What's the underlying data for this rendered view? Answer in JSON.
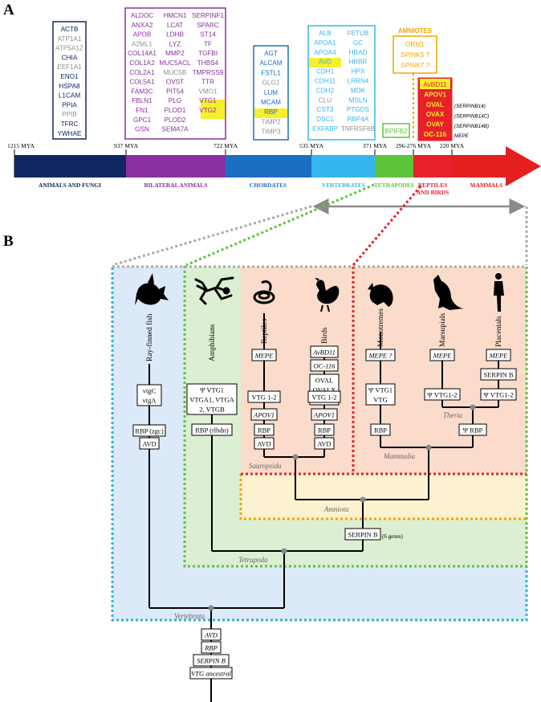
{
  "panel_a": {
    "label": "A",
    "colors": {
      "animals": "#122762",
      "bilateral": "#8b2fa0",
      "chordates": "#1a6fc4",
      "vertebrates": "#35b6ef",
      "tetrapodes": "#5cc43a",
      "reptiles": "#e8202a",
      "mammals": "#e51f1f",
      "amniotes": "#f2a500",
      "gray": "#8f8f8f",
      "highlight": "#f6ef2b"
    },
    "mya": [
      "1215 MYA",
      "937 MYA",
      "722 MYA",
      "535 MYA",
      "371 MYA",
      "296-276 MYA",
      "220 MYA"
    ],
    "segments": [
      "ANIMALS AND FUNGI",
      "BILATERAL ANIMALS",
      "CHORDATES",
      "VERTEBRATES",
      "TETRAPODES",
      "REPTILES",
      "AND BIRDS",
      "MAMMALS"
    ],
    "animals": [
      "ACTB",
      "ATP1A1",
      "ATP5A1Z",
      "CHIA",
      "EEF1A1",
      "ENO1",
      "HSPA8",
      "L1CAM",
      "PPIA",
      "PPIB",
      "TFRC",
      "YWHAE"
    ],
    "animals_gray": [
      false,
      true,
      true,
      false,
      true,
      false,
      false,
      false,
      false,
      true,
      false,
      false
    ],
    "bil_c1": [
      "ALDOC",
      "ANXA2",
      "APOB",
      "A2ML1",
      "COL14A1",
      "COL1A2",
      "COL2A1",
      "COL5A1",
      "FAM3C",
      "FBLN1",
      "FN1",
      "GPC1",
      "GSN"
    ],
    "bil_c1_gray": [
      false,
      false,
      false,
      true,
      false,
      false,
      false,
      false,
      false,
      false,
      false,
      false,
      false
    ],
    "bil_c2": [
      "HMCN1",
      "LCAT",
      "LDHB",
      "LYZ",
      "MMP2",
      "MUC5ACL",
      "MUC5B",
      "OVST",
      "PIT54",
      "PLG",
      "PLOD1",
      "PLOD2",
      "SEMA7A"
    ],
    "bil_c2_gray": [
      false,
      false,
      false,
      false,
      false,
      false,
      true,
      false,
      false,
      false,
      false,
      false,
      false
    ],
    "bil_c3": [
      "SERPINF1",
      "SPARC",
      "ST14",
      "TF",
      "TGFBI",
      "THBS4",
      "TMPRSS9",
      "TTR",
      "VMO1",
      "VTG1",
      "VTG2"
    ],
    "bil_c3_gray": [
      false,
      false,
      false,
      false,
      false,
      false,
      false,
      false,
      true,
      false,
      false
    ],
    "chordates": [
      "AGT",
      "ALCAM",
      "FSTL1",
      "GLG1",
      "LUM",
      "MCAM",
      "RBP",
      "TIMP2",
      "TIMP3"
    ],
    "chordates_gray": [
      false,
      false,
      false,
      true,
      false,
      false,
      false,
      true,
      true
    ],
    "vert_c1": [
      "ALB",
      "APOA1",
      "APOA4",
      "AVD",
      "CDH1",
      "CDH11",
      "CDH2",
      "CLU",
      "CST3",
      "DSC1",
      "EXFABP"
    ],
    "vert_c1_gray": [
      false,
      false,
      false,
      false,
      false,
      false,
      false,
      true,
      false,
      false,
      false
    ],
    "vert_c2": [
      "FETUB",
      "GC",
      "HBAD",
      "HBBR",
      "HPX",
      "LRRN4",
      "MDK",
      "MSLN",
      "PTGDS",
      "RBP4A",
      "TNFRSF6B"
    ],
    "vert_c2_gray": [
      false,
      false,
      false,
      false,
      false,
      false,
      false,
      false,
      false,
      false,
      true
    ],
    "tetrapodes": [
      "BPIFB2"
    ],
    "amniotes_title": "AMNIOTES",
    "amniotes": [
      "ORM1",
      "SPINK5 ?",
      "SPINK7 ?"
    ],
    "reptiles": [
      "AvBD11",
      "APOV1",
      "OVAL",
      "OVAX",
      "OVAY",
      "OC-116"
    ],
    "serpin_notes": [
      "(SERPINB14)",
      "(SERPINB14C)",
      "(SERPINB14B)",
      "MEPE"
    ]
  },
  "panel_b": {
    "label": "B",
    "taxa": [
      "Ray-finned fish",
      "Amphibians",
      "Reptiles",
      "Birds",
      "Monotremes",
      "Marsupials",
      "Placentals"
    ],
    "clades": [
      "Sauropsida",
      "Mammalia",
      "Theria",
      "Amniota",
      "Tetrapoda",
      "Vertebrata"
    ],
    "fish_vtg": [
      "vtgC",
      "vtgA"
    ],
    "fish_rbp": "RBP (zgc)",
    "avd": "AVD",
    "amph_vtg": [
      "Ψ VTG1",
      "VTGA1, VTGA",
      "2, VTGB"
    ],
    "amph_rbp": "RBP (rlbdn)",
    "mepe": "MEPE",
    "mepe_q": "MEPE ?",
    "vtg12": "VTG 1-2",
    "apov1": "APOV1",
    "rbp": "RBP",
    "avbd11": "AvBD11",
    "oc116": "OC-116",
    "oval": [
      "OVAL",
      "OVALX",
      "OVALY"
    ],
    "mono_vtg": [
      "Ψ VTG1",
      "VTG"
    ],
    "psi_vtg12": "Ψ VTG1-2",
    "serpinb": "SERPIN B",
    "psi_rbp": "Ψ RBP",
    "serpin6": "SERPIN B",
    "serpin6_note": "(6 genes)",
    "root": [
      "AVD",
      "RBP",
      "SERPIN B",
      "VTG ancestral"
    ]
  }
}
